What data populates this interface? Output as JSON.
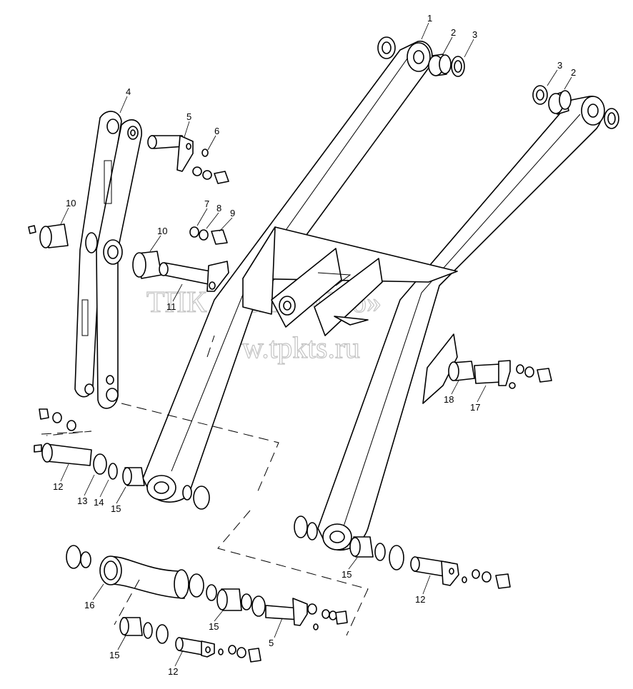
{
  "watermark": {
    "line1": "ТПК «Техно-Сиб»",
    "line2": "www.tpkts.ru"
  },
  "callouts": {
    "c1": "1",
    "c2a": "2",
    "c3a": "3",
    "c3b": "3",
    "c2b": "2",
    "c4": "4",
    "c5a": "5",
    "c6": "6",
    "c7": "7",
    "c8": "8",
    "c9": "9",
    "c10a": "10",
    "c10b": "10",
    "c11": "11",
    "c12a": "12",
    "c13": "13",
    "c14": "14",
    "c15a": "15",
    "c18": "18",
    "c17": "17",
    "c15b": "15",
    "c12b": "12",
    "c16": "16",
    "c15c": "15",
    "c5b": "5",
    "c15d": "15",
    "c12c": "12"
  }
}
